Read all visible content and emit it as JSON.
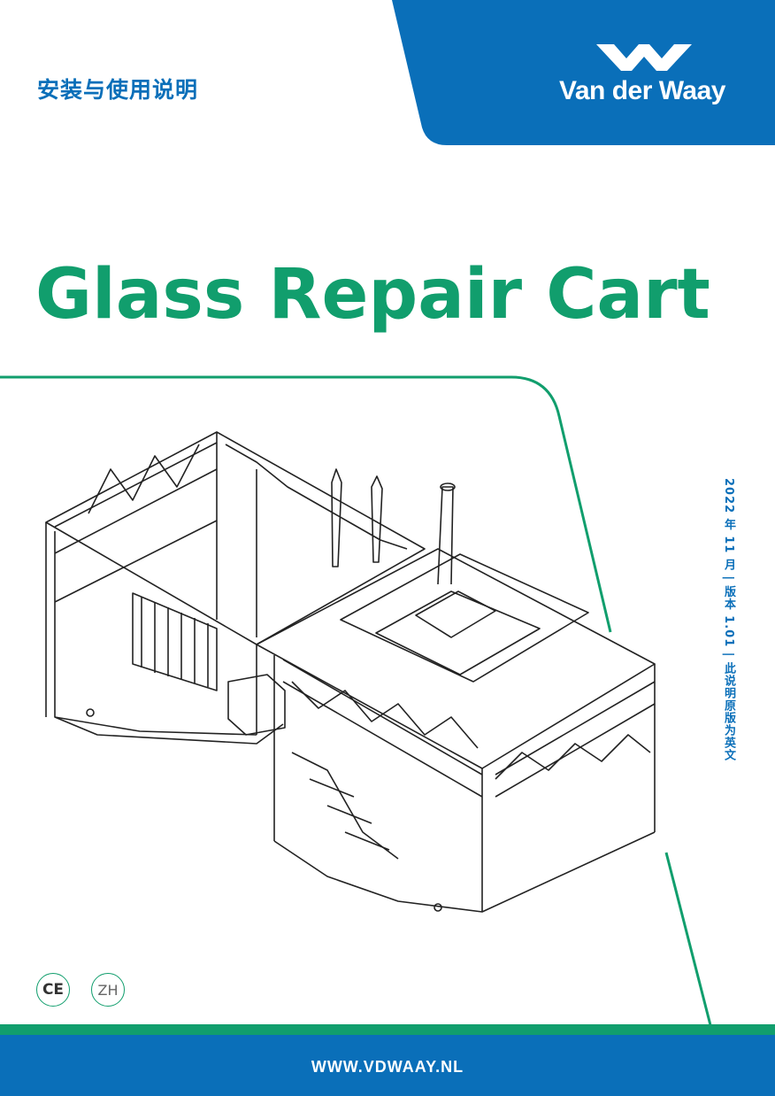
{
  "header": {
    "subtitle": "安装与使用说明",
    "brand_name": "Van der Waay",
    "band_color": "#0a6fb9"
  },
  "title": "Glass Repair Cart",
  "side_note": "2022 年 11 月 | 版本 1.01 | 此说明原版为英文",
  "marks": {
    "ce": "CE",
    "language": "ZH"
  },
  "footer": {
    "url": "WWW.VDWAAY.NL"
  },
  "colors": {
    "brand_blue": "#0a6fb9",
    "brand_green": "#119e6d"
  },
  "illustration": {
    "icon": "glass-repair-cart-line-drawing"
  }
}
